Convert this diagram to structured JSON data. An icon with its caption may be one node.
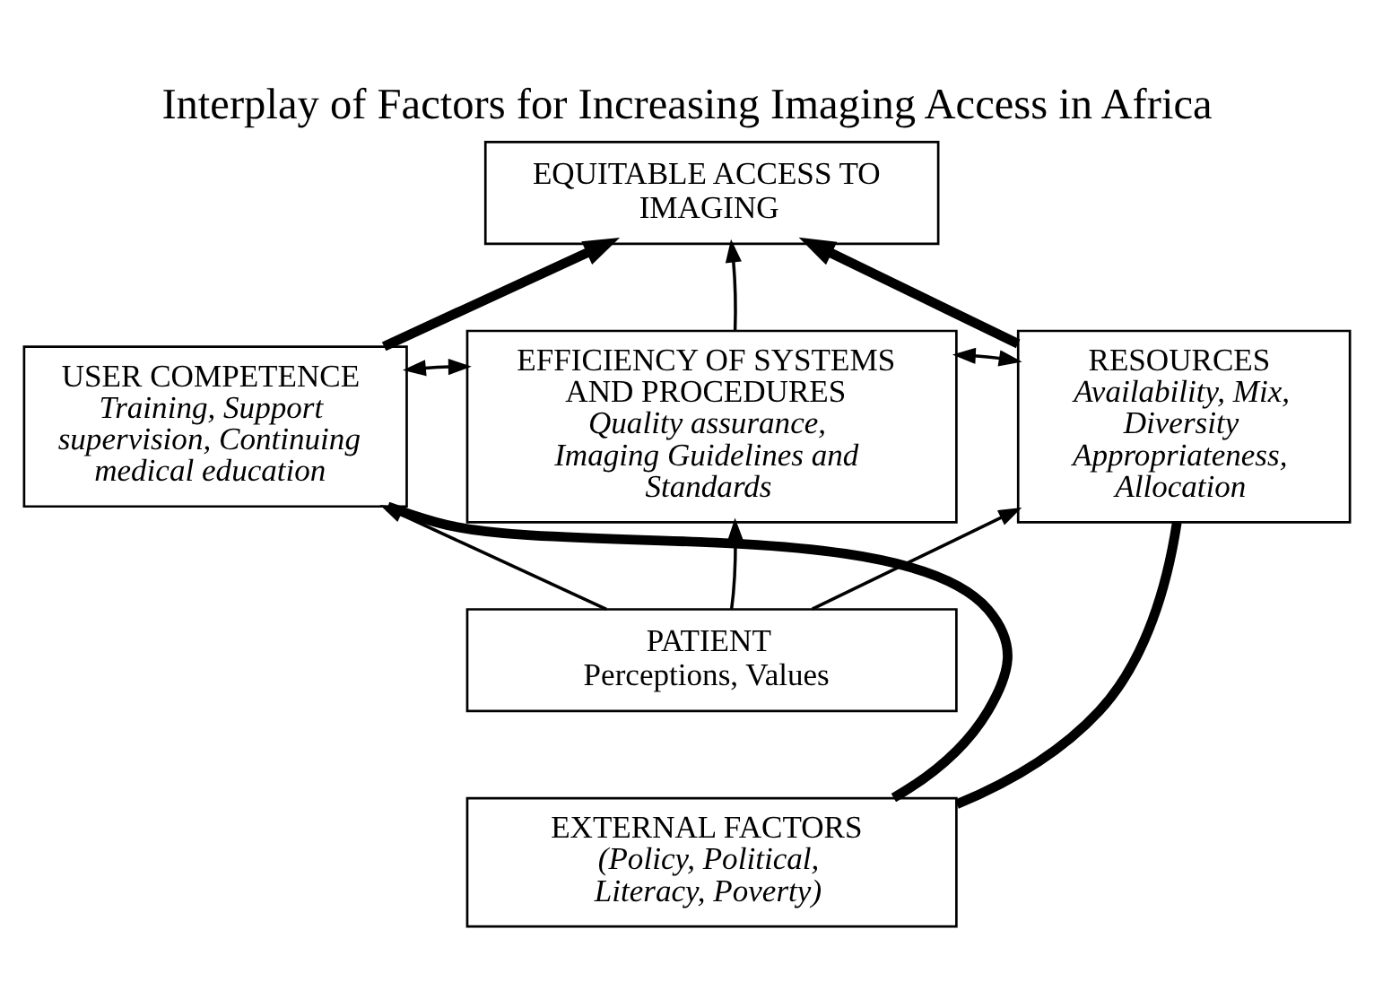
{
  "diagram": {
    "title": "Interplay of Factors for Increasing Imaging Access in Africa",
    "nodes": [
      {
        "text": [
          "EQUITABLE ACCESS TO IMAGING"
        ]
      },
      {
        "text": [
          "USER COMPETENCE",
          "Training, Support supervision, Continuing medical education"
        ]
      },
      {
        "text": [
          "EFFICIENCY OF SYSTEMS AND PROCEDURES",
          "Quality assurance, Imaging Guidelines and Standards"
        ]
      },
      {
        "text": [
          "RESOURCES",
          "Availability, Mix, Diversity Appropriateness, Allocation"
        ]
      },
      {
        "text": [
          "PATIENT",
          "Perceptions, Values"
        ]
      },
      {
        "text": [
          "EXTERNAL FACTORS",
          "(Policy, Political, Literacy, Poverty)"
        ]
      }
    ],
    "edges": [
      {
        "from": 1,
        "to": 0,
        "arrow": "to",
        "style": "thick"
      },
      {
        "from": 3,
        "to": 0,
        "arrow": "to",
        "style": "thick"
      },
      {
        "from": 2,
        "to": 0,
        "arrow": "to"
      },
      {
        "from": 1,
        "to": 2,
        "arrow": "both"
      },
      {
        "from": 2,
        "to": 3,
        "arrow": "both"
      },
      {
        "from": 4,
        "to": 1,
        "arrow": "to"
      },
      {
        "from": 4,
        "to": 2,
        "arrow": "to"
      },
      {
        "from": 4,
        "to": 3,
        "arrow": "to"
      },
      {
        "from": 5,
        "to": 1,
        "arrow": "none",
        "style": "thick"
      },
      {
        "from": 5,
        "to": 3,
        "arrow": "none",
        "style": "thick"
      }
    ]
  }
}
